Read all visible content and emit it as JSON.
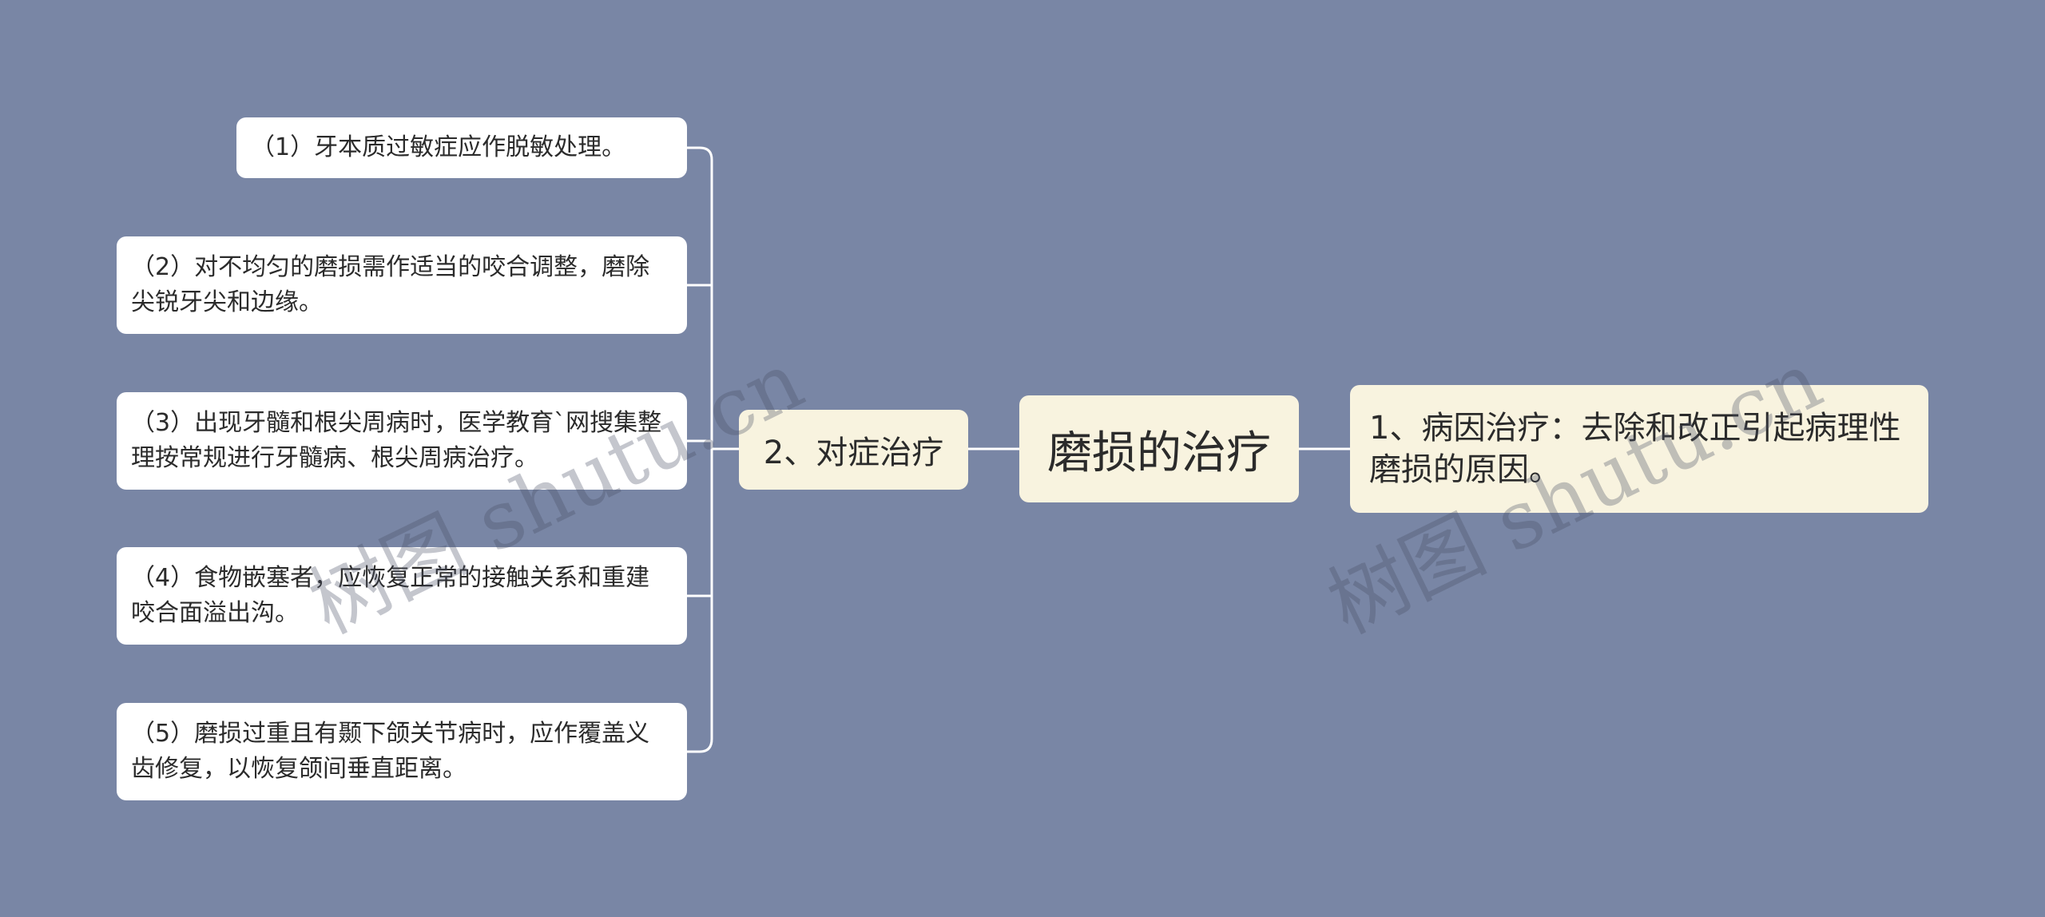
{
  "root": {
    "label": "磨损的治疗"
  },
  "branches": [
    {
      "label": "1、病因治疗：去除和改正引起病理性磨损的原因。"
    },
    {
      "label": "2、对症治疗"
    }
  ],
  "leaves": [
    {
      "label": "（1）牙本质过敏症应作脱敏处理。"
    },
    {
      "label": "（2）对不均匀的磨损需作适当的咬合调整，磨除尖锐牙尖和边缘。"
    },
    {
      "label": "（3）出现牙髓和根尖周病时，医学教育`网搜集整理按常规进行牙髓病、根尖周病治疗。"
    },
    {
      "label": "（4）食物嵌塞者，应恢复正常的接触关系和重建咬合面溢出沟。"
    },
    {
      "label": "（5）磨损过重且有颞下颌关节病时，应作覆盖义齿修复，以恢复颌间垂直距离。"
    }
  ],
  "watermark": {
    "text": "树图 shutu.cn"
  },
  "colors": {
    "background": "#7986a5",
    "main_node": "#f8f3df",
    "leaf_node": "#ffffff",
    "connector": "#ffffff"
  }
}
